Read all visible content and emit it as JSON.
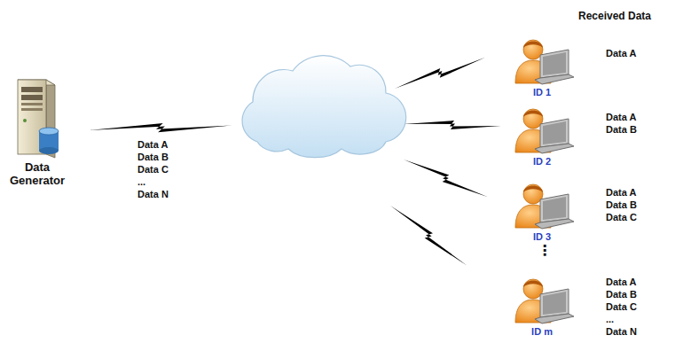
{
  "diagram": {
    "nodes": [
      {
        "text": [
          "Data Generator"
        ]
      },
      {
        "text": [
          "ID 1"
        ]
      },
      {
        "text": [
          "ID 2"
        ]
      },
      {
        "text": [
          "ID 3"
        ]
      },
      {
        "text": [
          "ID m"
        ]
      }
    ],
    "labels": [
      "Received Data",
      "Data A",
      "Data B",
      "Data C",
      "...",
      "Data N",
      "Data A",
      "Data A",
      "Data B",
      "Data A",
      "Data B",
      "Data C",
      "⋮",
      "Data A",
      "Data B",
      "Data C",
      "...",
      "Data N"
    ]
  }
}
